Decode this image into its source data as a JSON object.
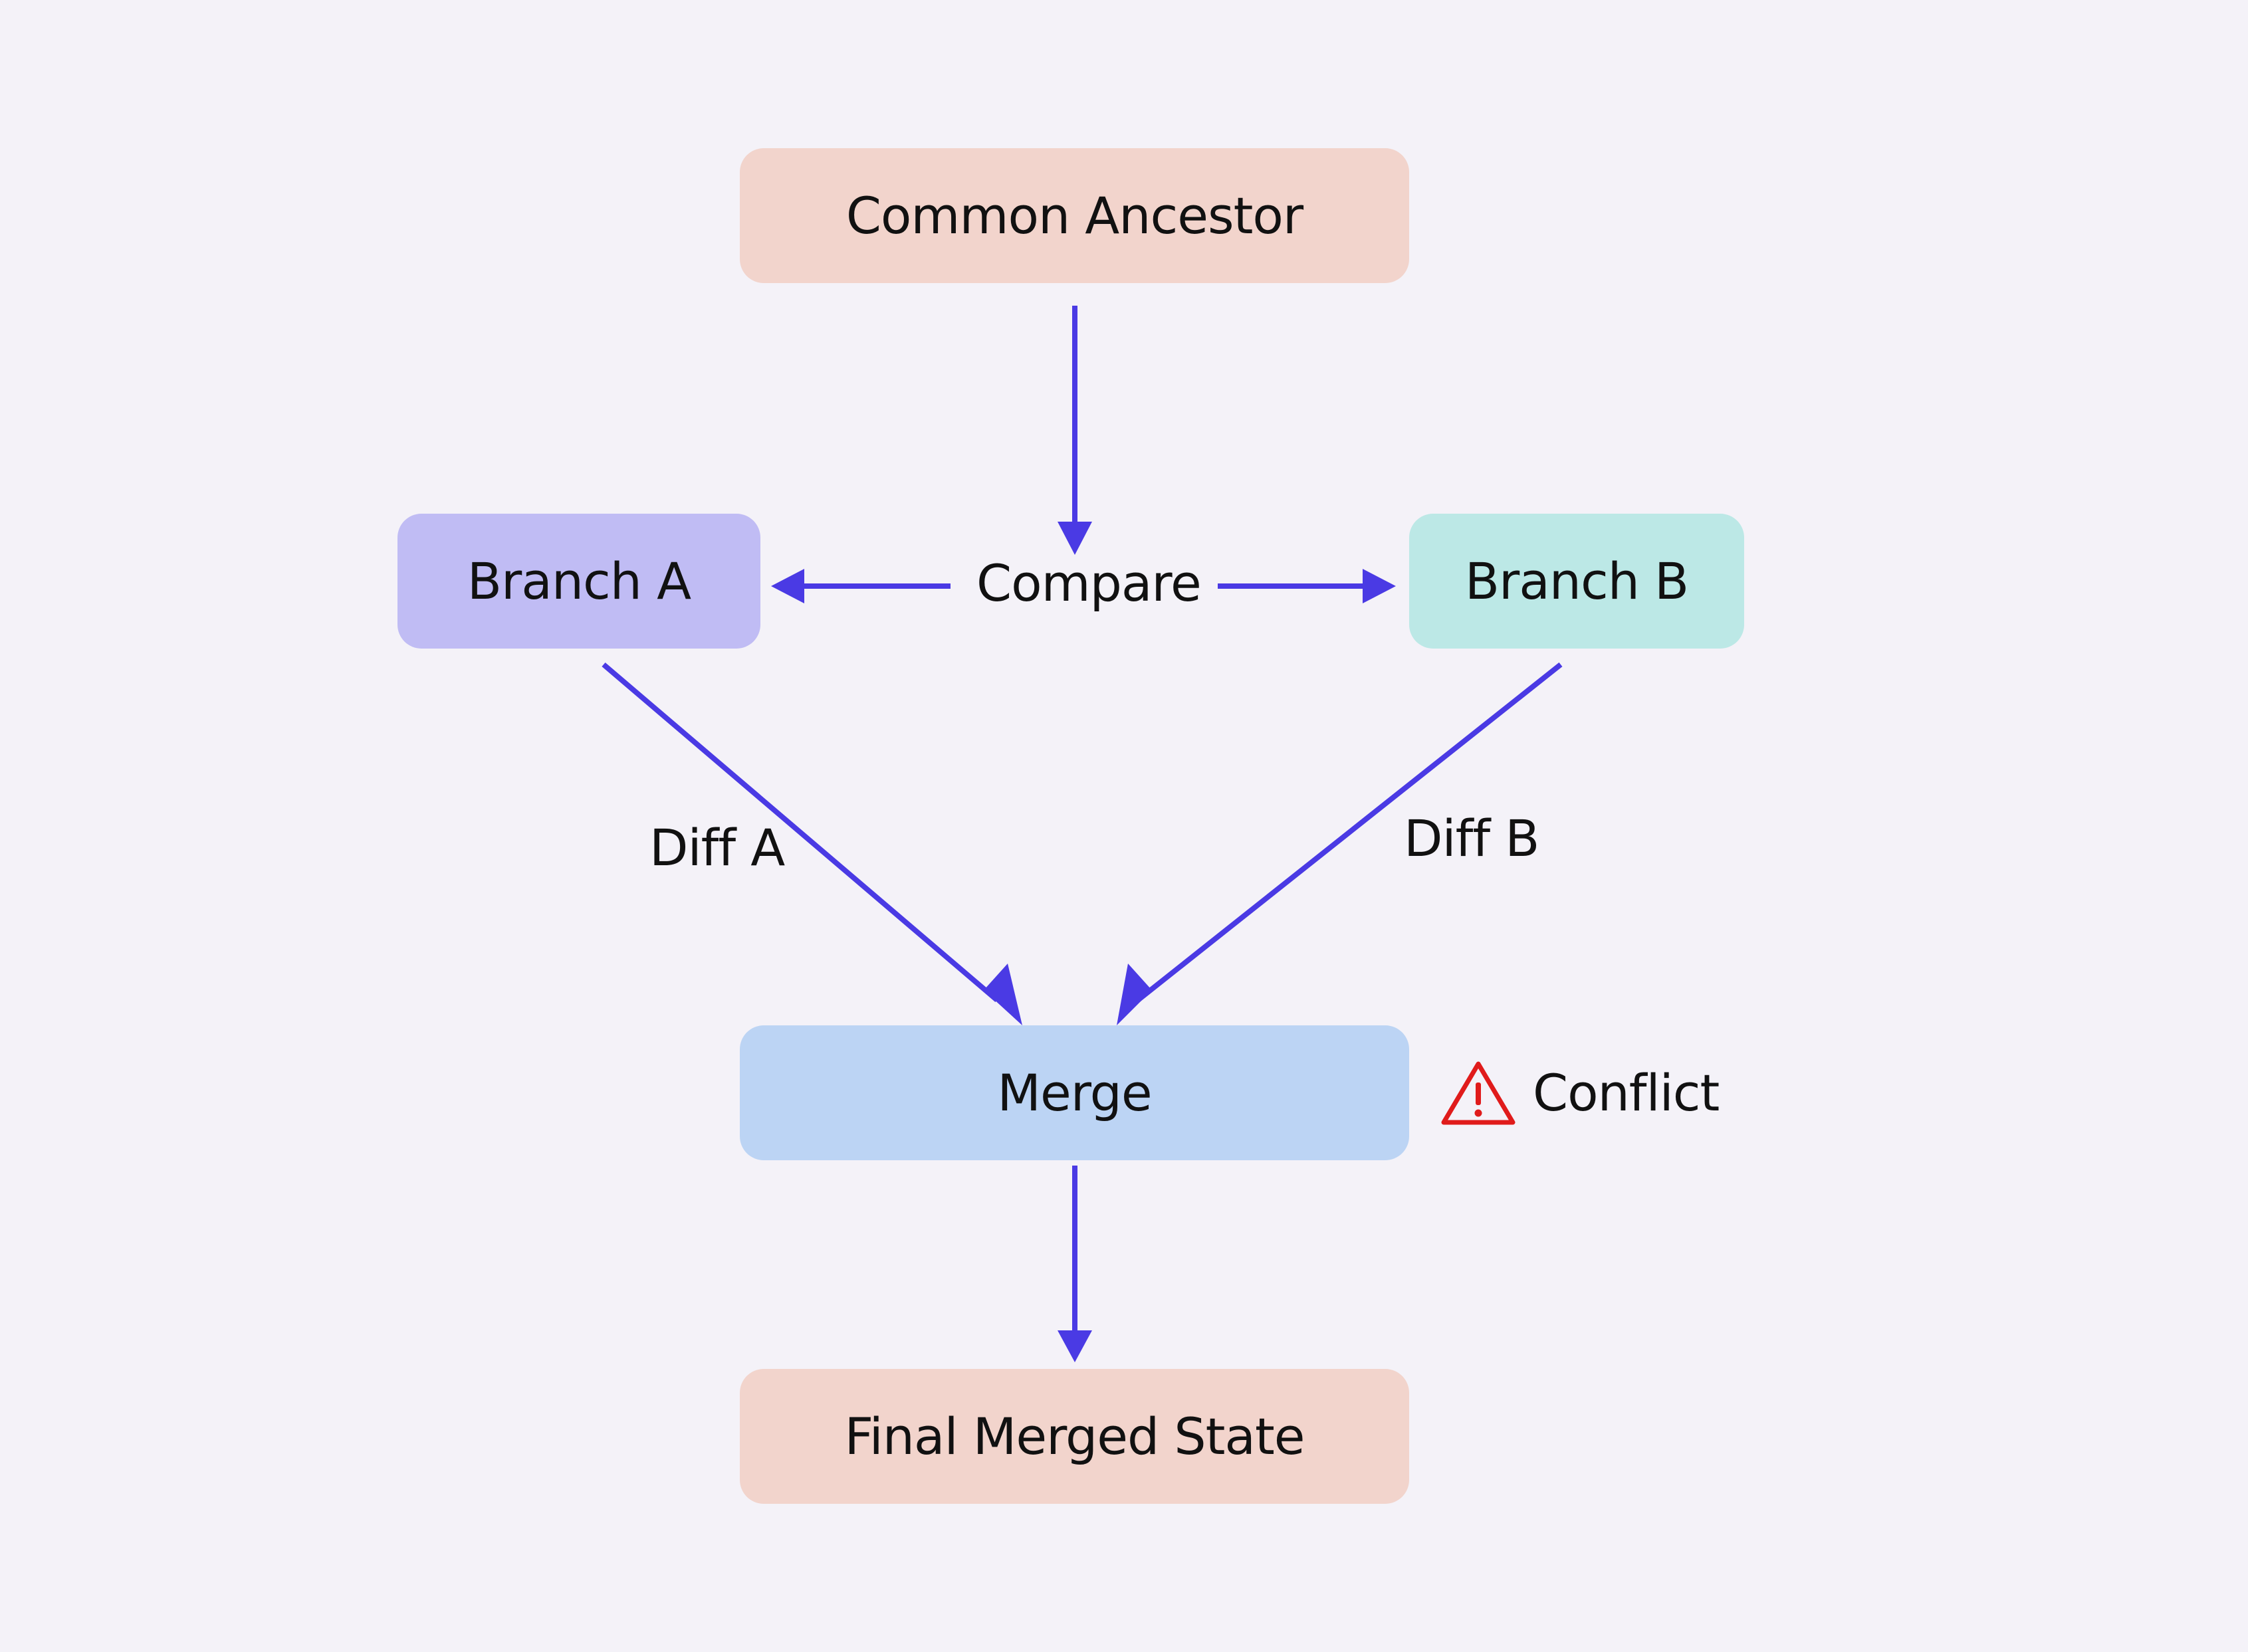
{
  "diagram": {
    "nodes": {
      "ancestor": {
        "label": "Common Ancestor",
        "color": "#f2d4cc"
      },
      "branch_a": {
        "label": "Branch A",
        "color": "#c0bcf4"
      },
      "branch_b": {
        "label": "Branch B",
        "color": "#bce8e6"
      },
      "merge": {
        "label": "Merge",
        "color": "#bcd4f4"
      },
      "final": {
        "label": "Final Merged State",
        "color": "#f2d4cc"
      }
    },
    "labels": {
      "compare": "Compare",
      "diff_a": "Diff A",
      "diff_b": "Diff B",
      "conflict": "Conflict"
    },
    "icons": {
      "conflict": "warning-triangle-icon"
    },
    "colors": {
      "edge": "#4a3ae4",
      "warning": "#e01b1b",
      "background": "#f4f2f8"
    }
  }
}
